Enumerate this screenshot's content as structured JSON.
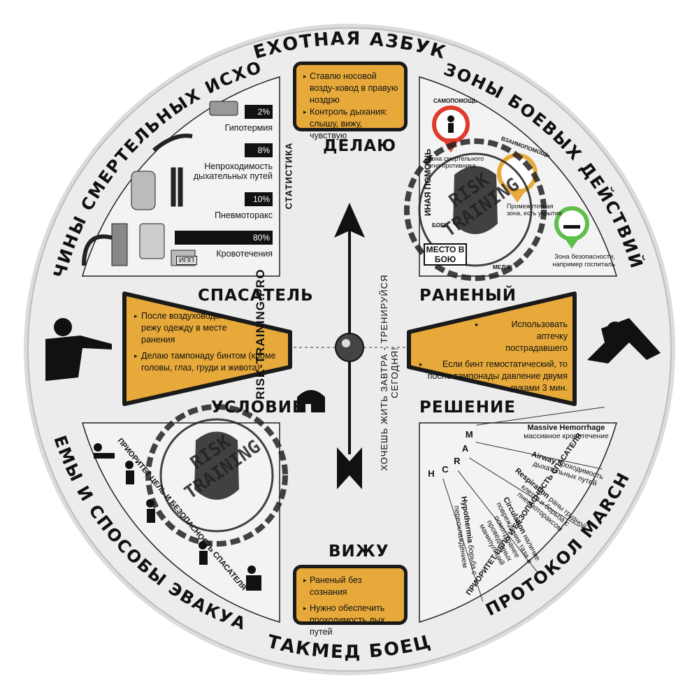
{
  "title_top": "ПЕХОТНАЯ АЗБУКА",
  "title_bottom": "ТАКМЕД БОЕЦ",
  "arc_left_top": "ПРИЧИНЫ СМЕРТЕЛЬНЫХ ИСХОДОВ",
  "arc_right_top": "ЗОНЫ БОЕВЫХ ДЕЙСТВИЙ",
  "arc_left_bottom": "ПРИЕМЫ И СПОСОБЫ ЭВАКУАЦИИ",
  "arc_right_bottom": "ПРОТОКОЛ MARCH",
  "labels": {
    "delayu": "ДЕЛАЮ",
    "vizhu": "ВИЖУ",
    "spasatel": "СПАСАТЕЛЬ",
    "ranenyy": "РАНЕНЫЙ",
    "uslovie": "УСЛОВИЕ",
    "reshenie": "РЕШЕНИЕ",
    "statistika": "СТАТИСТИКА",
    "site": "RISK-TRAINING.PRO",
    "slogan": "ХОЧЕШЬ ЖИТЬ ЗАВТРА - ТРЕНИРУЙСЯ СЕГОДНЯ!"
  },
  "box_top": {
    "items": [
      "Ставлю носовой возду-ховод в правую ноздрю",
      "Контроль дыхания: слышу, вижу, чувствую"
    ]
  },
  "box_bottom": {
    "items": [
      "Раненый без сознания",
      "Нужно обеспечить проходимость дых. путей"
    ]
  },
  "wedge_left": {
    "items": [
      "После воздуховода режу одежду в месте ранения",
      "Делаю тампонаду бинтом (кроме головы, глаз, груди и живота)"
    ]
  },
  "wedge_right": {
    "items": [
      "Использовать аптечку пострадавшего",
      "Если бинт гемостатический, то после тампонады давление двумя руками 3 мин."
    ]
  },
  "stats": [
    {
      "value": "2%",
      "pct": 2,
      "label": "Гипотермия"
    },
    {
      "value": "8%",
      "pct": 8,
      "label": "Непроходимость дыхательных путей"
    },
    {
      "value": "10%",
      "pct": 10,
      "label": "Пневмоторакс"
    },
    {
      "value": "80%",
      "pct": 80,
      "label": "Кровотечения"
    }
  ],
  "ipp_label": "ИПП",
  "zones": {
    "self_help": "САМОПОМОЩЬ",
    "mutual_help": "ВЗАИМОПОМОЩЬ",
    "red_text": "Зона смертельного огня противника",
    "yellow_text": "Промежуточная зона, есть укрытие",
    "green_text": "Зона безопасности, например госпиталь",
    "fighter": "БОЕЦ",
    "medic": "МЕДИК",
    "place": "МЕСТО В БОЮ",
    "side": "ИНАЯ ПОМОЩЬ"
  },
  "march": {
    "letters": [
      "M",
      "A",
      "R",
      "C",
      "H"
    ],
    "items": [
      {
        "bold": "Massive Hemorrhage",
        "text": "массивное кровотечение"
      },
      {
        "bold": "Airway",
        "text": "проходимость дыхательных путей"
      },
      {
        "bold": "Respiration",
        "text": "раны грудной клетки и борьба с пневмотораксом"
      },
      {
        "bold": "Circulation",
        "text": "наличие повреждения таза и осмотр ранее проведенных манипуляций"
      },
      {
        "bold": "Hypothermia",
        "text": "борьба с переохлаждением"
      }
    ],
    "priority": "ПРИОРИТЕТ ЦЕЛЬ И БЕЗОПАСНОСТЬ СПАСАТЕЛЯ"
  },
  "evac_priority": "ПРИОРИТЕТ ЦЕЛЬ И БЕЗОПАСНОСТЬ СПАСАТЕЛЯ",
  "stamp_text": "RISK TRAINING",
  "colors": {
    "gold": "#e6a93a",
    "plate": "#e9e9e9",
    "dark": "#1a1a1a",
    "red_pin": "#e03a2b",
    "green_pin": "#5fbf4a"
  }
}
